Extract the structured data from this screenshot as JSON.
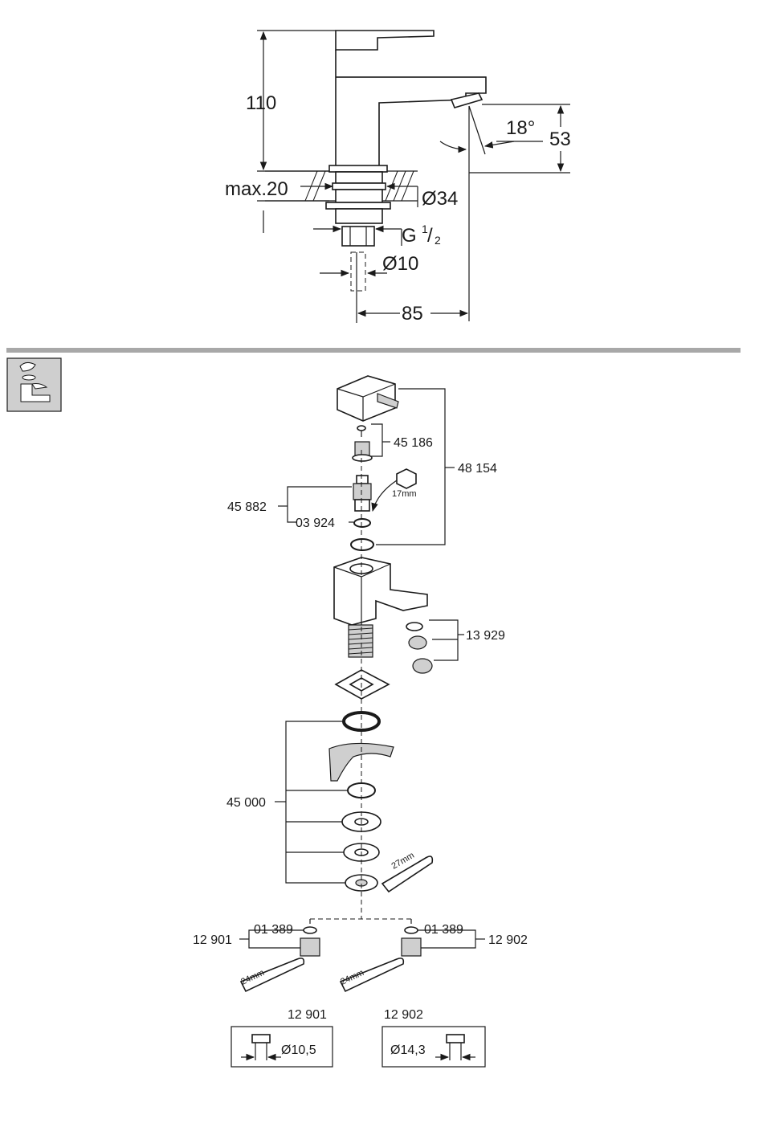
{
  "dimensions": {
    "height": "110",
    "spout_height": "53",
    "angle": "18°",
    "max_deck": "max.20",
    "diameter_base": "Ø34",
    "thread_main": "G",
    "thread_num": "1",
    "thread_den": "2",
    "diameter_hose": "Ø10",
    "projection": "85"
  },
  "parts": {
    "handle_set": "48 154",
    "cap_set": "45 186",
    "cartridge": "45 882",
    "oring": "03 924",
    "wrench_17": "17mm",
    "aerator": "13 929",
    "fixing_set": "45 000",
    "wrench_27": "27mm",
    "washer_left": "01 389",
    "washer_right": "01 389",
    "adapter_left": "12 901",
    "adapter_right": "12 902",
    "wrench_24_left": "24mm",
    "wrench_24_right": "24mm"
  },
  "details": {
    "left_title": "12 901",
    "right_title": "12 902",
    "left_dim": "Ø10,5",
    "right_dim": "Ø14,3"
  },
  "colors": {
    "line": "#1a1a1a",
    "divider": "#a8a8a8",
    "icon_bg": "#cfcfcf"
  }
}
